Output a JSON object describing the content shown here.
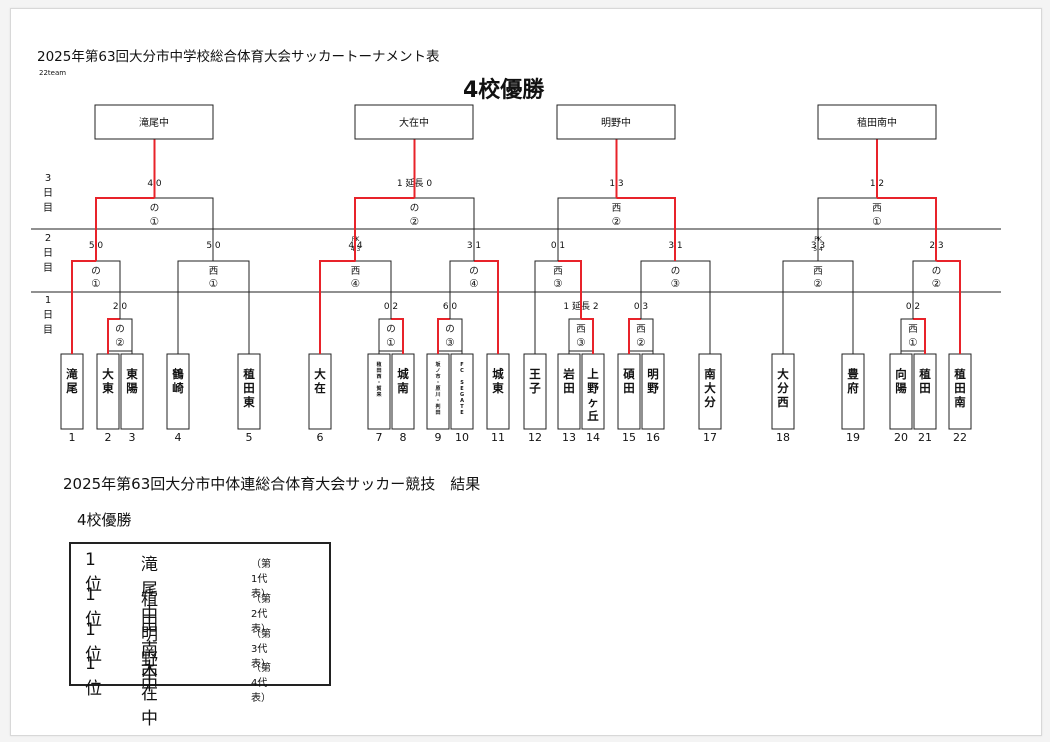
{
  "title": "2025年第63回大分市中学校総合体育大会サッカートーナメント表",
  "team_count": "22team",
  "headline": "4校優勝",
  "day_labels": [
    "3日目",
    "2日目",
    "1日目"
  ],
  "finalists": [
    "滝尾中",
    "大在中",
    "明野中",
    "稙田南中"
  ],
  "teams": [
    {
      "no": "1",
      "name": "滝尾"
    },
    {
      "no": "2",
      "name": "大東"
    },
    {
      "no": "3",
      "name": "東陽"
    },
    {
      "no": "4",
      "name": "鶴崎"
    },
    {
      "no": "5",
      "name": "稙田東"
    },
    {
      "no": "6",
      "name": "大在"
    },
    {
      "no": "7",
      "name": "稙田西・賀来"
    },
    {
      "no": "8",
      "name": "城南"
    },
    {
      "no": "9",
      "name": "坂ノ市・原川・判田"
    },
    {
      "no": "10",
      "name": "FC SEGATE"
    },
    {
      "no": "11",
      "name": "城東"
    },
    {
      "no": "12",
      "name": "王子"
    },
    {
      "no": "13",
      "name": "岩田"
    },
    {
      "no": "14",
      "name": "上野ヶ丘"
    },
    {
      "no": "15",
      "name": "碩田"
    },
    {
      "no": "16",
      "name": "明野"
    },
    {
      "no": "17",
      "name": "南大分"
    },
    {
      "no": "18",
      "name": "大分西"
    },
    {
      "no": "19",
      "name": "豊府"
    },
    {
      "no": "20",
      "name": "向陽"
    },
    {
      "no": "21",
      "name": "稙田"
    },
    {
      "no": "22",
      "name": "稙田南"
    }
  ],
  "matches": {
    "d1_left": {
      "venue": "の",
      "num": "②",
      "score": "2 0"
    },
    "d1_7_8": {
      "venue": "の",
      "num": "①",
      "score": "0 2"
    },
    "d1_9_10": {
      "venue": "の",
      "num": "③",
      "score": "6 0"
    },
    "d1_13_14": {
      "venue": "西",
      "num": "③",
      "score": "1 延長 2"
    },
    "d1_15_16": {
      "venue": "西",
      "num": "②",
      "score": "0 3"
    },
    "d1_20_21": {
      "venue": "西",
      "num": "①",
      "score": "0 2"
    },
    "d2_m1": {
      "venue": "の",
      "num": "①",
      "score": "5 0"
    },
    "d2_m2": {
      "venue": "西",
      "num": "①",
      "score": "5 0"
    },
    "d2_m3": {
      "venue": "西",
      "num": "④",
      "score": "4 4",
      "pk": "PK 4 3"
    },
    "d2_m4": {
      "venue": "の",
      "num": "④",
      "score": "3 1"
    },
    "d2_m5": {
      "venue": "西",
      "num": "③",
      "score": "0 1"
    },
    "d2_m6": {
      "venue": "の",
      "num": "③",
      "score": "3 1"
    },
    "d2_m7": {
      "venue": "西",
      "num": "②",
      "score": "3 3",
      "pk": "PK 5 4"
    },
    "d2_m8": {
      "venue": "の",
      "num": "②",
      "score": "2 3"
    },
    "d3_m1": {
      "venue": "の",
      "num": "①",
      "score": "4 0"
    },
    "d3_m2": {
      "venue": "の",
      "num": "②",
      "score": "1 延長 0"
    },
    "d3_m3": {
      "venue": "西",
      "num": "②",
      "score": "1 3"
    },
    "d3_m4": {
      "venue": "西",
      "num": "①",
      "score": "1 2"
    }
  },
  "results_heading": "2025年第63回大分市中体連総合体育大会サッカー競技　結果",
  "results_subheading": "4校優勝",
  "results": [
    {
      "place": "1位",
      "school": "滝尾中",
      "rep": "（第1代表）"
    },
    {
      "place": "1位",
      "school": "稙田南中",
      "rep": "（第2代表）"
    },
    {
      "place": "1位",
      "school": "明野中",
      "rep": "（第3代表）"
    },
    {
      "place": "1位",
      "school": "大在中",
      "rep": "（第4代表）"
    }
  ],
  "colors": {
    "win_line": "#e8232a",
    "line": "#222222"
  }
}
